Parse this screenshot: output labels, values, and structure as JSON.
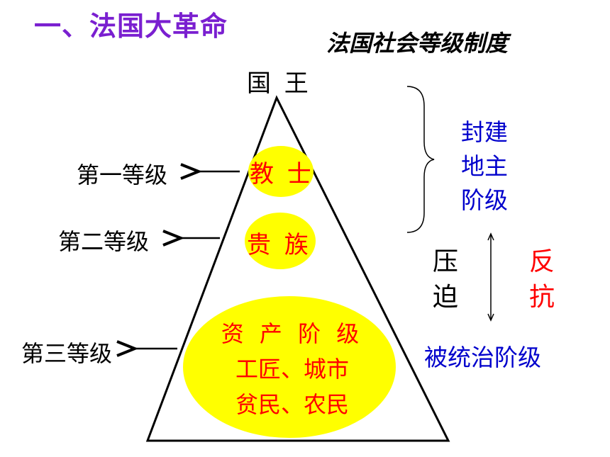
{
  "heading": "一、法国大革命",
  "diagram_title": "法国社会等级制度",
  "apex_label": "国 王",
  "estates": {
    "first": "第一等级",
    "second": "第二等级",
    "third": "第三等级"
  },
  "groups": {
    "clergy": "教 士",
    "nobles": "贵 族",
    "third_lines": [
      "资 产 阶 级",
      "工匠、城市",
      "贫民、农民"
    ]
  },
  "feudal_landlord_class": [
    "封建",
    "地主",
    "阶级"
  ],
  "oppression": [
    "压",
    "迫"
  ],
  "resistance": [
    "反",
    "抗"
  ],
  "ruled_class": "被统治阶级",
  "colors": {
    "heading": "#7a1fd0",
    "group_fill": "#ffff00",
    "group_text": "#ff0000",
    "class_text": "#0000cc",
    "resist_text": "#ff0000"
  }
}
